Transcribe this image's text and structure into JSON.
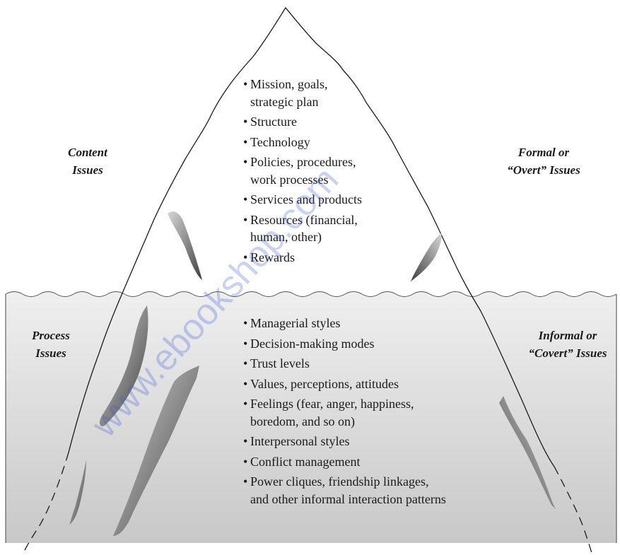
{
  "labels": {
    "content_issues": [
      "Content",
      "Issues"
    ],
    "formal_issues": [
      "Formal or",
      "“Overt” Issues"
    ],
    "process_issues": [
      "Process",
      "Issues"
    ],
    "informal_issues": [
      "Informal or",
      "“Covert” Issues"
    ]
  },
  "above_water_items": [
    [
      "Mission, goals,",
      "strategic plan"
    ],
    [
      "Structure"
    ],
    [
      "Technology"
    ],
    [
      "Policies, procedures,",
      "work processes"
    ],
    [
      "Services and products"
    ],
    [
      "Resources (financial,",
      "human, other)"
    ],
    [
      "Rewards"
    ]
  ],
  "below_water_items": [
    [
      "Managerial styles"
    ],
    [
      "Decision-making modes"
    ],
    [
      "Trust levels"
    ],
    [
      "Values, perceptions, attitudes"
    ],
    [
      "Feelings (fear, anger, happiness,",
      "boredom, and so on)"
    ],
    [
      "Interpersonal styles"
    ],
    [
      "Conflict management"
    ],
    [
      "Power cliques, friendship linkages,",
      "and other informal interaction patterns"
    ]
  ],
  "bullet": "•",
  "watermark": "www.ebookshop.com",
  "colors": {
    "water_top": "#eeeeee",
    "water_bottom": "#c9c9c9",
    "outline": "#1a1a1a",
    "watermark": "#3c5adc"
  }
}
